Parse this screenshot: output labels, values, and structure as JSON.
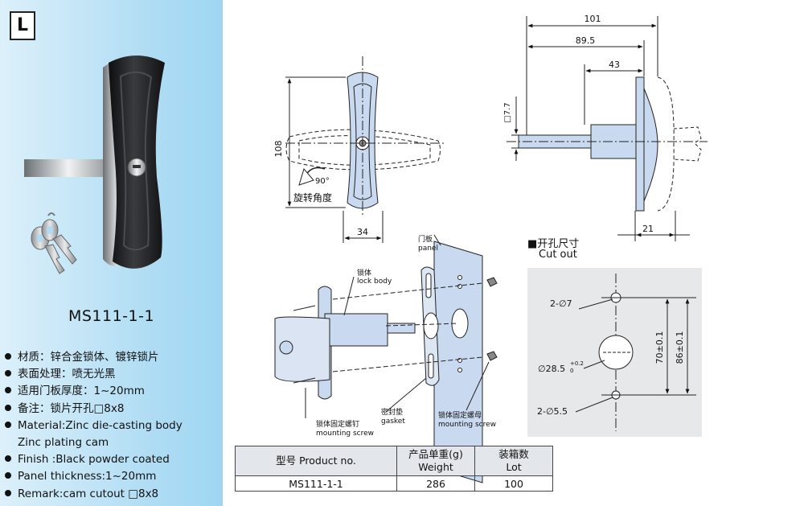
{
  "badge": "L",
  "model": "MS111-1-1",
  "specs": [
    "材质：锌合金锁体、镀锌锁片",
    "表面处理：喷无光黑",
    "适用门板厚度：1~20mm",
    "备注：锁片开孔□8x8",
    "Material:Zinc die-casting body",
    "Zinc plating cam",
    "Finish :Black powder coated",
    "Panel thickness:1~20mm",
    "Remark:cam cutout □8x8"
  ],
  "front_view": {
    "height": "108",
    "width": "34",
    "rotate_label": "旋转角度",
    "angle": "90°"
  },
  "side_view": {
    "d101": "101",
    "d89": "89.5",
    "d43": "43",
    "d21": "21",
    "square": "□7.7"
  },
  "exploded": {
    "panel_cn": "门板",
    "panel_en": "panel",
    "lockbody_cn": "锁体",
    "lockbody_en": "lock body",
    "screw_cn": "锁体固定螺钉",
    "screw_en": "mounting screw",
    "gasket_cn": "密封垫",
    "gasket_en": "gasket",
    "nut_cn": "锁体固定螺母",
    "nut_en": "mounting screw"
  },
  "cutout": {
    "title": "■开孔尺寸",
    "subtitle": "Cut out",
    "hole_top": "2-∅7",
    "hole_bottom": "2-∅5.5",
    "center": "∅28.5",
    "tol_up": "+0.2",
    "tol_low": "0",
    "dim70": "70±0.1",
    "dim86": "86±0.1"
  },
  "table": {
    "h_model": "型号 Product no.",
    "h_weight_cn": "产品单重(g)",
    "h_weight_en": "Weight",
    "h_lot_cn": "装箱数",
    "h_lot_en": "Lot",
    "row": {
      "model": "MS111-1-1",
      "weight": "286",
      "lot": "100"
    }
  },
  "colors": {
    "panel_bg": "#aedcf4",
    "part_fill": "#c9d9ef",
    "lock_black": "#1d1d1f"
  }
}
